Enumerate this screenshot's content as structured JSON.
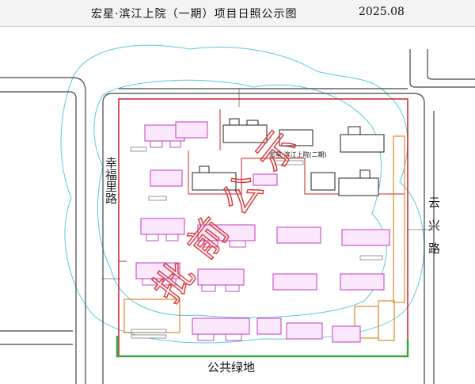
{
  "header": {
    "title": "宏星·滨江上院（一期）项目日照公示图",
    "date": "2025.08"
  },
  "roads": {
    "west_name": "幸福里路",
    "east_name": "云兴路"
  },
  "labels": {
    "phase_two": "宏星·滨江上院(二期)",
    "green_space": "公共绿地",
    "watermark": "批前公示"
  },
  "colors": {
    "site_boundary": "#c9242b",
    "planned_buildings": "#c64bc8",
    "existing_buildings": "#222222",
    "green_line": "#39a845",
    "sun_contour": "#5fc7df",
    "road_edge": "#444444",
    "watermark": "#d9343a",
    "orange_outline": "#e08a2b"
  }
}
